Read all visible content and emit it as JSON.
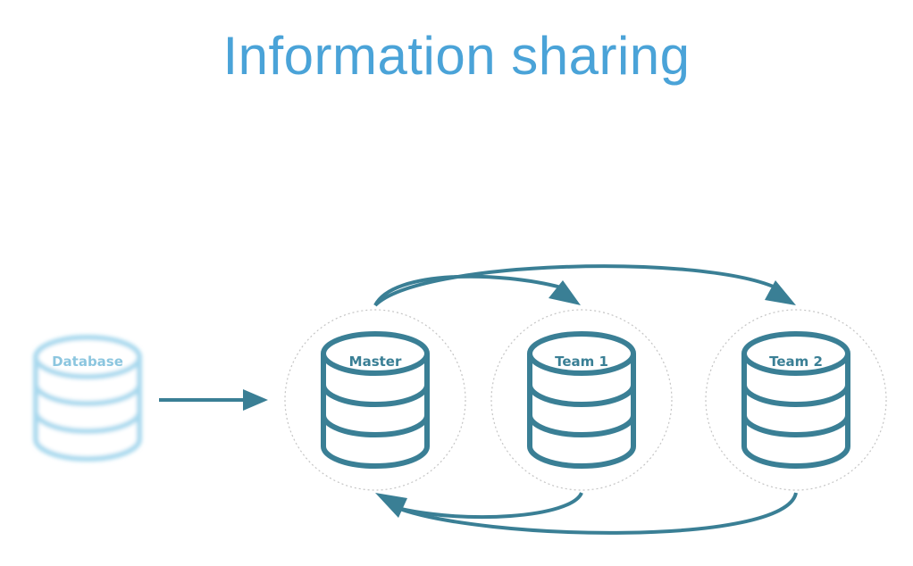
{
  "slide": {
    "title": "Information sharing"
  },
  "diagram": {
    "source_db": {
      "label": "Database",
      "icon": "database-icon",
      "style": "faded"
    },
    "nodes": [
      {
        "id": "master",
        "label": "Master",
        "icon": "database-icon"
      },
      {
        "id": "team1",
        "label": "Team 1",
        "icon": "database-icon"
      },
      {
        "id": "team2",
        "label": "Team 2",
        "icon": "database-icon"
      }
    ],
    "edges": [
      {
        "from": "source_db",
        "to": "master"
      },
      {
        "from": "master",
        "to": "team1"
      },
      {
        "from": "master",
        "to": "team2"
      },
      {
        "from": "team1",
        "to": "master"
      },
      {
        "from": "team2",
        "to": "master"
      }
    ]
  },
  "colors": {
    "title": "#4aa3d8",
    "primary": "#3a7f95",
    "faded": "#a9d9ee",
    "faded_text": "#8cc6df",
    "dotted_ring": "#c4c4c4"
  }
}
